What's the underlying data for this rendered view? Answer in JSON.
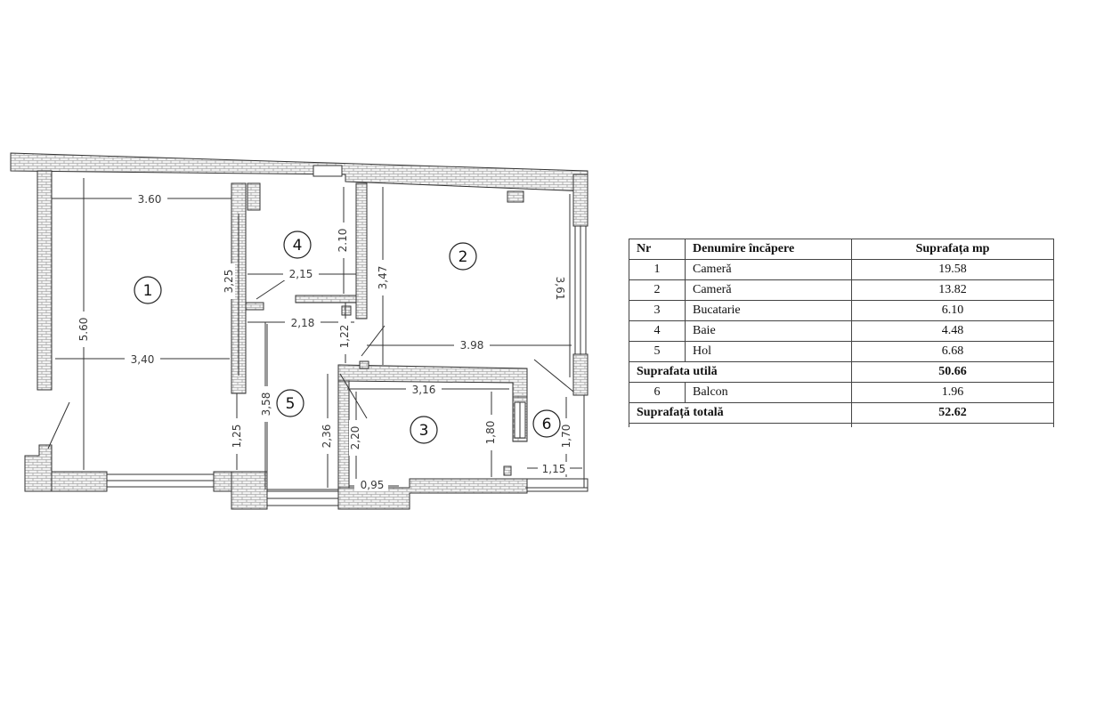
{
  "plan": {
    "rooms": [
      {
        "number": "1"
      },
      {
        "number": "2"
      },
      {
        "number": "3"
      },
      {
        "number": "4"
      },
      {
        "number": "5"
      },
      {
        "number": "6"
      }
    ],
    "dimensions": [
      "3.60",
      "5.60",
      "3,40",
      "3,25",
      "2,15",
      "2.10",
      "2,18",
      "1,22",
      "3,47",
      "3.98",
      "3,61",
      "3,16",
      "1,80",
      "2,20",
      "2,36",
      "3,58",
      "1,25",
      "0,95",
      "1,70",
      "1,15"
    ]
  },
  "table": {
    "headers": {
      "nr": "Nr",
      "name": "Denumire încăpere",
      "area": "Suprafața mp"
    },
    "rows": [
      {
        "nr": "1",
        "name": "Cameră",
        "area": "19.58"
      },
      {
        "nr": "2",
        "name": "Cameră",
        "area": "13.82"
      },
      {
        "nr": "3",
        "name": "Bucatarie",
        "area": "6.10"
      },
      {
        "nr": "4",
        "name": "Baie",
        "area": "4.48"
      },
      {
        "nr": "5",
        "name": "Hol",
        "area": "6.68"
      }
    ],
    "useful": {
      "label": "Suprafata utilă",
      "area": "50.66"
    },
    "balcony": {
      "nr": "6",
      "name": "Balcon",
      "area": "1.96"
    },
    "total": {
      "label": "Suprafață totală",
      "area": "52.62"
    }
  }
}
